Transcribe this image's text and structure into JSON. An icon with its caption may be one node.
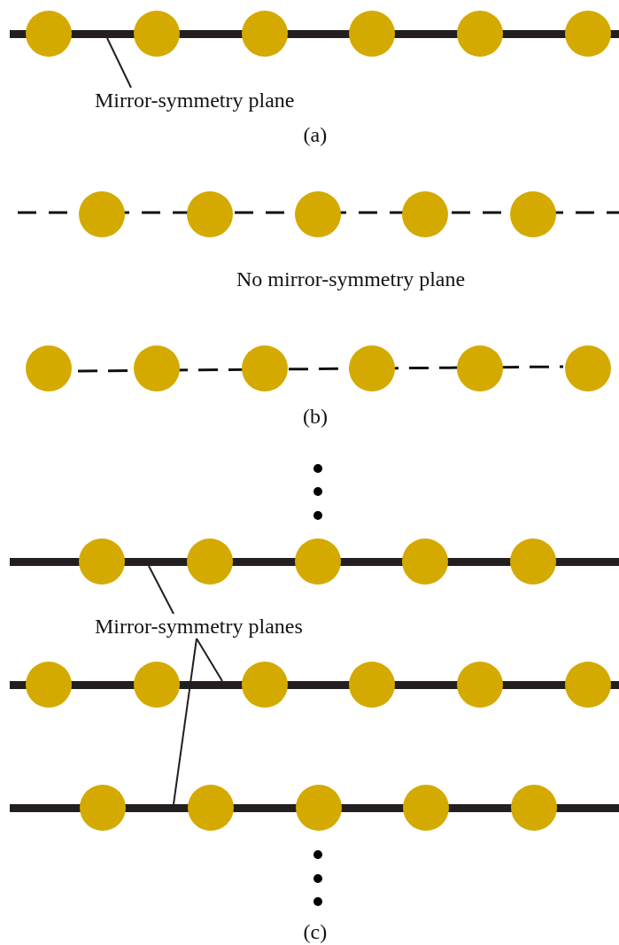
{
  "diagram": {
    "nodes": [
      {
        "text": [],
        "shape": "bar"
      },
      {
        "text": [
          "Mirror-symmetry plane"
        ]
      },
      {
        "text": [],
        "shape": "bar"
      },
      {
        "text": [
          "Mirror-symmetry planes"
        ]
      },
      {
        "text": [],
        "shape": "bar"
      },
      {
        "text": [],
        "shape": "bar"
      }
    ],
    "edges": [
      {
        "from": 1,
        "to": 0,
        "arrow": "none"
      },
      {
        "from": 3,
        "to": 2,
        "arrow": "none"
      },
      {
        "from": 3,
        "to": 4,
        "arrow": "none"
      },
      {
        "from": 3,
        "to": 5,
        "arrow": "none"
      }
    ],
    "labels": [
      "(a)",
      "No mirror-symmetry plane",
      "(b)",
      "(c)"
    ]
  }
}
